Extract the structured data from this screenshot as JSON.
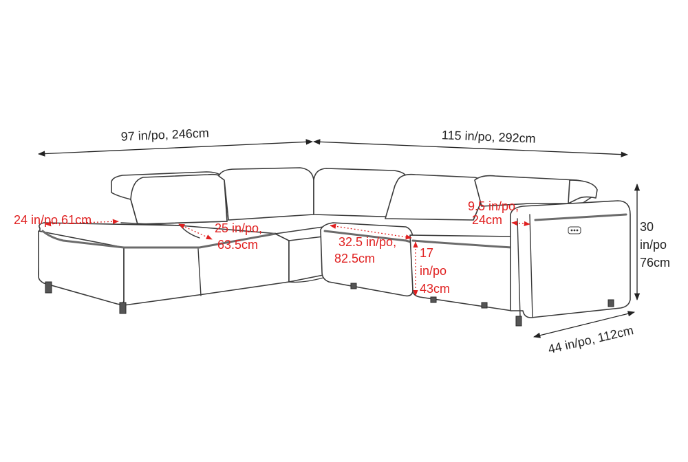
{
  "colors": {
    "outline": "#3a3a3a",
    "dimension_black": "#222222",
    "dimension_red": "#e02020",
    "background": "#ffffff"
  },
  "dimensions": {
    "left_width": "97 in/po, 246cm",
    "right_width": "115 in/po, 292cm",
    "depth": "44 in/po, 112cm",
    "height_line1": "30",
    "height_line2": "in/po",
    "height_line3": "76cm",
    "chaise_seat_width": "24 in/po,61cm",
    "armless_seat_width_line1": "25 in/po,",
    "armless_seat_width_line2": "63.5cm",
    "corner_seat_width_line1": "32.5 in/po,",
    "corner_seat_width_line2": "82.5cm",
    "seat_height_line1": "17",
    "seat_height_line2": "in/po",
    "seat_height_line3": "43cm",
    "arm_width_line1": "9.5 in/po,",
    "arm_width_line2": "24cm"
  },
  "icons": {
    "control_button": "power-recline-button-icon"
  }
}
